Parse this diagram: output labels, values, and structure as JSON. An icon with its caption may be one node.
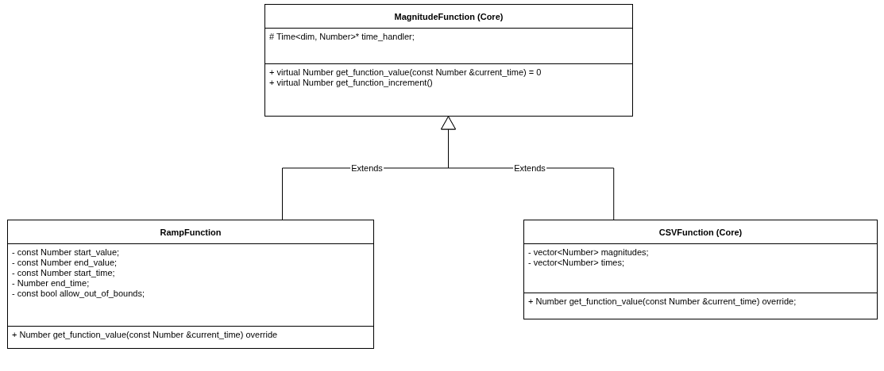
{
  "diagram": {
    "nodes": [
      {
        "text": [
          "MagnitudeFunction (Core)"
        ]
      },
      {
        "text": [
          "# Time<dim, Number>* time_handler;"
        ],
        "in": 0
      },
      {
        "text": [
          "+ virtual Number get_function_value(const Number &current_time) = 0",
          "+ virtual Number get_function_increment()"
        ],
        "in": 0
      },
      {
        "text": [
          "RampFunction"
        ]
      },
      {
        "text": [
          "- const Number start_value;",
          "- const Number end_value;",
          "- const Number start_time;",
          "- Number end_time;",
          "- const bool allow_out_of_bounds;"
        ],
        "in": 3
      },
      {
        "text": [
          "+ Number get_function_value(const Number &current_time) override"
        ],
        "in": 3
      },
      {
        "text": [
          "CSVFunction (Core)"
        ]
      },
      {
        "text": [
          "- vector<Number> magnitudes;",
          "- vector<Number> times;"
        ],
        "in": 6
      },
      {
        "text": [
          "+ Number get_function_value(const Number &current_time) override;"
        ],
        "in": 6
      }
    ],
    "edges": [
      {
        "from": 3,
        "to": 0,
        "arrow": "to",
        "label": "Extends"
      },
      {
        "from": 6,
        "to": 0,
        "arrow": "to",
        "label": "Extends"
      }
    ]
  }
}
